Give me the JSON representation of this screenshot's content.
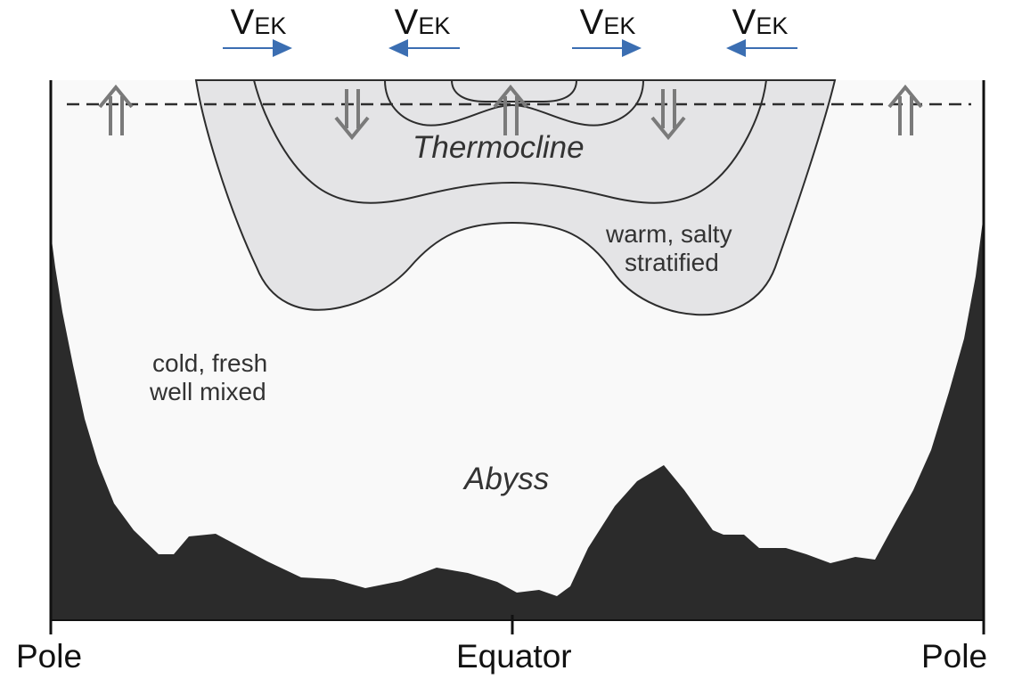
{
  "colors": {
    "bathymetry": "#2b2b2b",
    "thermocline_fill": "#e4e4e6",
    "abyss_fill": "#f9f9f9",
    "lines": "#2d2d2d",
    "vertical_arrows": "#7a7a7a",
    "ekman_arrows": "#3b6eb2"
  },
  "ekman_transport": [
    {
      "label_main": "V",
      "label_sub": "EK",
      "direction": "right"
    },
    {
      "label_main": "V",
      "label_sub": "EK",
      "direction": "left"
    },
    {
      "label_main": "V",
      "label_sub": "EK",
      "direction": "right"
    },
    {
      "label_main": "V",
      "label_sub": "EK",
      "direction": "left"
    }
  ],
  "vertical_motion": [
    "upwelling",
    "downwelling",
    "upwelling",
    "downwelling",
    "upwelling"
  ],
  "labels": {
    "thermocline": "Thermocline",
    "warm_line1": "warm, salty",
    "warm_line2": "stratified",
    "cold_line1": "cold, fresh",
    "cold_line2": "well mixed",
    "abyss": "Abyss"
  },
  "axis": {
    "left": "Pole",
    "center": "Equator",
    "right": "Pole"
  }
}
